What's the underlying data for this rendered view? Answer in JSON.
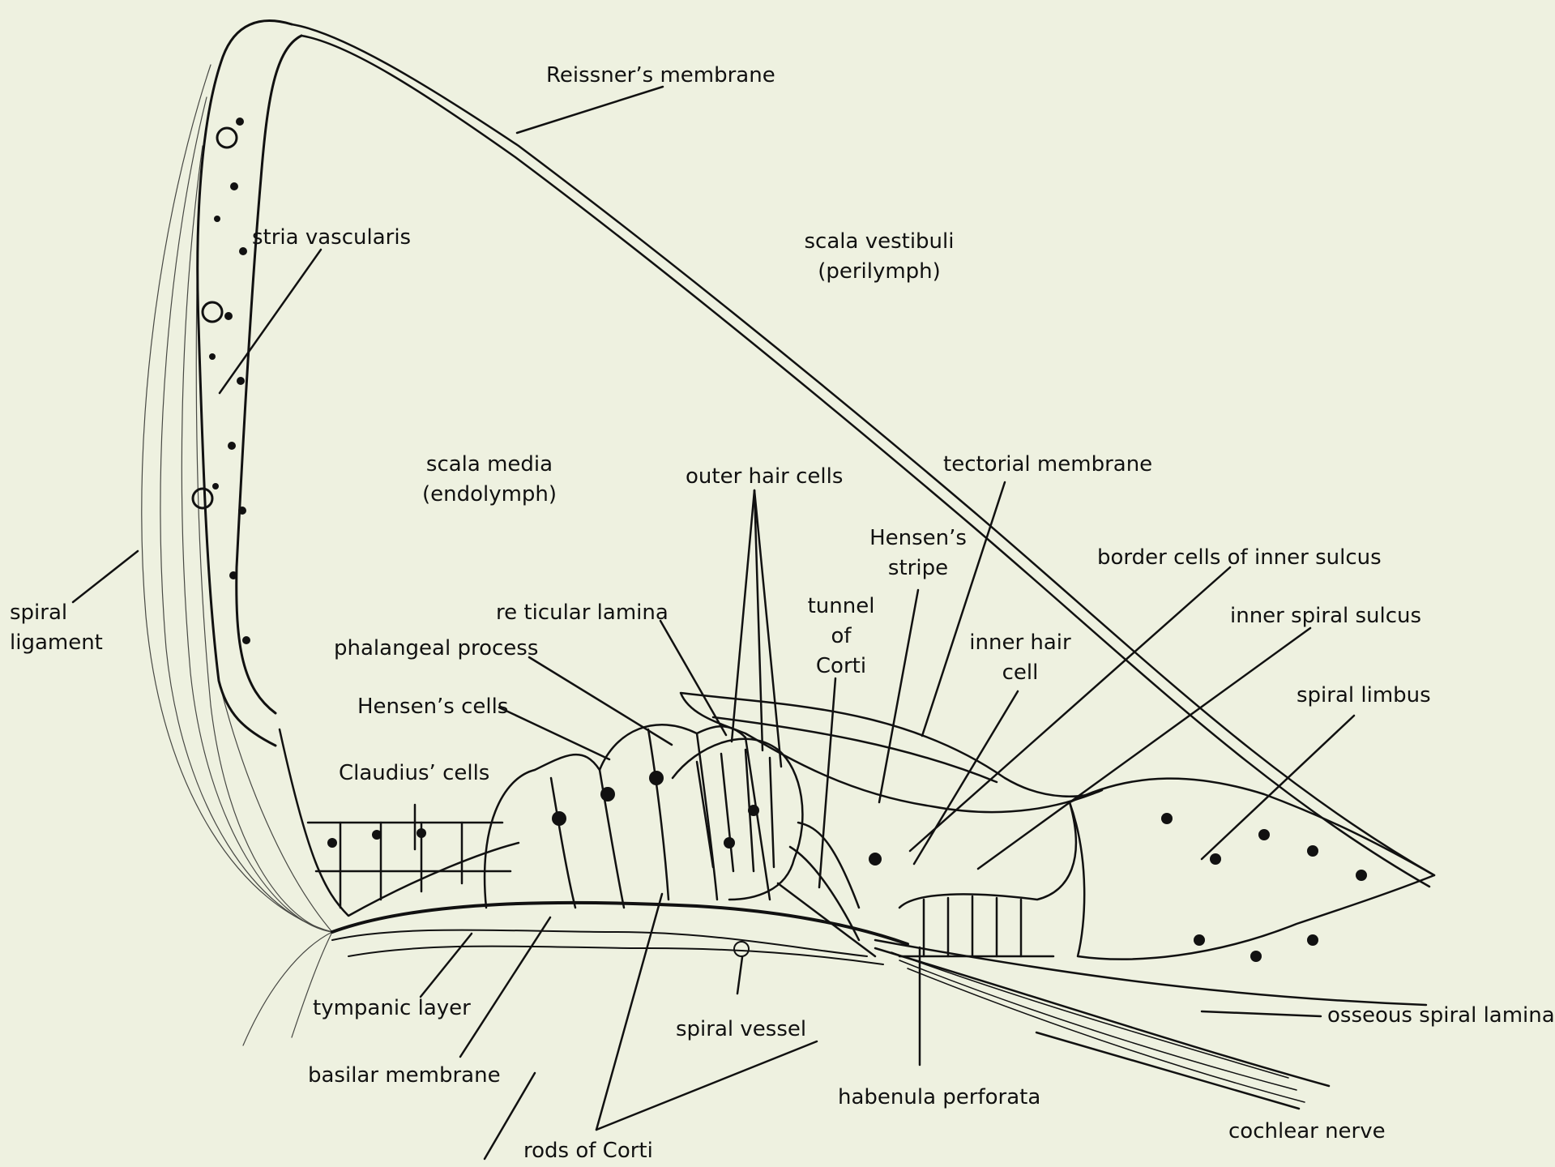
{
  "labels": {
    "reissners_membrane": "Reissner’s membrane",
    "stria_vascularis": "stria vascularis",
    "scala_vestibuli_1": "scala vestibuli",
    "scala_vestibuli_2": "(perilymph)",
    "scala_media_1": "scala media",
    "scala_media_2": "(endolymph)",
    "spiral_ligament_1": "spiral",
    "spiral_ligament_2": "ligament",
    "outer_hair_cells": "outer hair cells",
    "tectorial_membrane": "tectorial membrane",
    "hensens_stripe_1": "Hensen’s",
    "hensens_stripe_2": "stripe",
    "border_cells": "border cells of inner sulcus",
    "reticular_lamina": "re ticular lamina",
    "tunnel_1": "tunnel",
    "tunnel_2": "of",
    "tunnel_3": "Corti",
    "inner_spiral_sulcus": "inner spiral sulcus",
    "phalangeal_process": "phalangeal process",
    "inner_hair_cell_1": "inner hair",
    "inner_hair_cell_2": "cell",
    "spiral_limbus": "spiral limbus",
    "hensens_cells": "Hensen’s cells",
    "claudius_cells": "Claudius’ cells",
    "osseous_spiral_lamina": "osseous spiral lamina",
    "tympanic_layer": "tympanic layer",
    "spiral_vessel": "spiral vessel",
    "basilar_membrane": "basilar membrane",
    "habenula_perforata": "habenula perforata",
    "cochlear_nerve": "cochlear nerve",
    "rods_of_corti": "rods of Corti"
  }
}
